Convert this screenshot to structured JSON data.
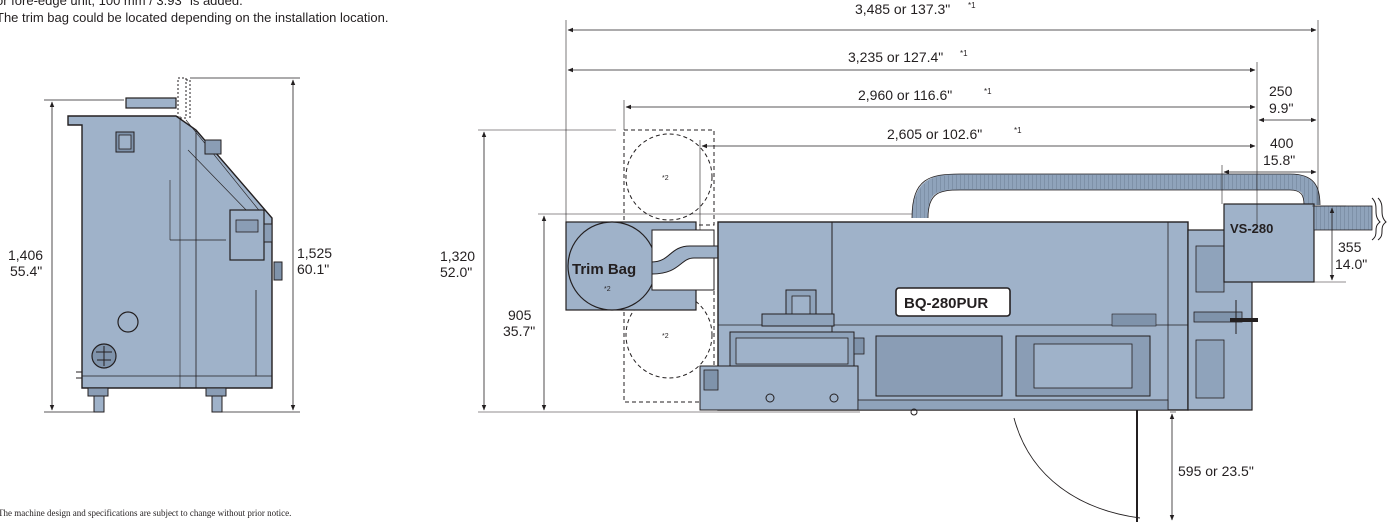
{
  "notes": {
    "line1": "or fore-edge unit, 100 mm / 3.93\" is added.",
    "line2": "The trim bag could be located depending on the installation location.",
    "footnote": "The machine design and specifications are subject to change without prior notice."
  },
  "side_view": {
    "height_left_mm": "1,406",
    "height_left_in": "55.4\"",
    "height_right_mm": "1,525",
    "height_right_in": "60.1\""
  },
  "top_view": {
    "dim_total": "3,485 or 137.3\"",
    "dim_2": "3,235 or 127.4\"",
    "dim_3": "2,960 or 116.6\"",
    "dim_4": "2,605 or 102.6\"",
    "footnote_mark": "*1",
    "dim_250_mm": "250",
    "dim_250_in": "9.9\"",
    "dim_400_mm": "400",
    "dim_400_in": "15.8\"",
    "dim_1320_mm": "1,320",
    "dim_1320_in": "52.0\"",
    "dim_905_mm": "905",
    "dim_905_in": "35.7\"",
    "dim_355_mm": "355",
    "dim_355_in": "14.0\"",
    "dim_595": "595 or 23.5\"",
    "trim_bag_label": "Trim Bag",
    "trim_bag_mark": "*2",
    "model_label": "BQ-280PUR",
    "vacuum_label": "VS-280"
  },
  "colors": {
    "machine_fill": "#9fb2c9",
    "machine_dark": "#7f93ab",
    "outline": "#231f20"
  }
}
